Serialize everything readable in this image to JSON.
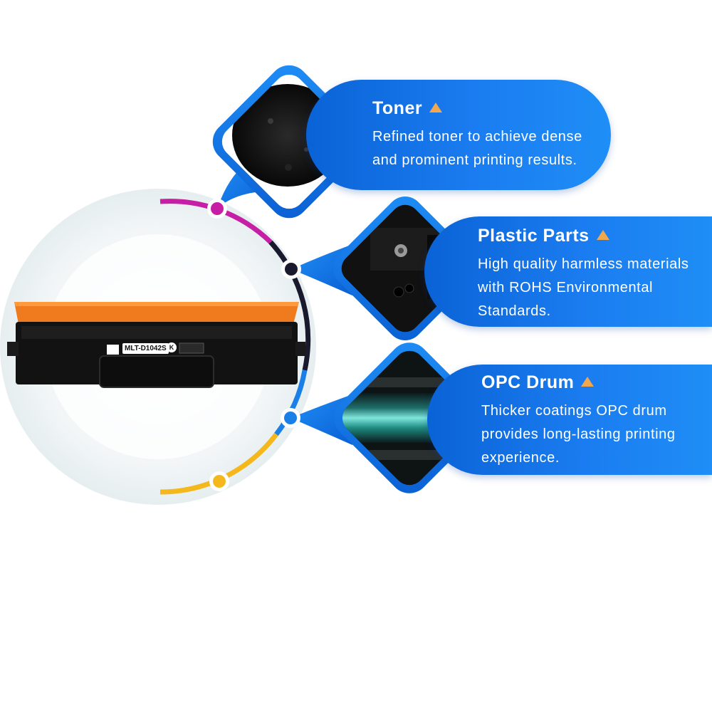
{
  "features": [
    {
      "title": "Toner",
      "description": "Refined toner to achieve dense\nand prominent printing results.",
      "icon": "toner-powder-image",
      "marker_color": "#c61fa6"
    },
    {
      "title": "Plastic Parts",
      "description": "High quality harmless materials\nwith ROHS Environmental\nStandards.",
      "icon": "plastic-part-image",
      "marker_color": "#1a1a2e"
    },
    {
      "title": "OPC Drum",
      "description": "Thicker coatings OPC drum\nprovides long-lasting printing\nexperience.",
      "icon": "opc-drum-image",
      "marker_color": "#1b7fe8"
    }
  ],
  "product": {
    "label": "MLT-D1042S",
    "badge": "K",
    "cartridge_color": "#f07a1e"
  },
  "colors": {
    "pill_blue": "#1a7cf0",
    "magenta": "#c61fa6",
    "black": "#1a1a2e",
    "blue": "#1b7fe8",
    "yellow": "#f5b81c",
    "accent_triangle": "#f0a850"
  }
}
